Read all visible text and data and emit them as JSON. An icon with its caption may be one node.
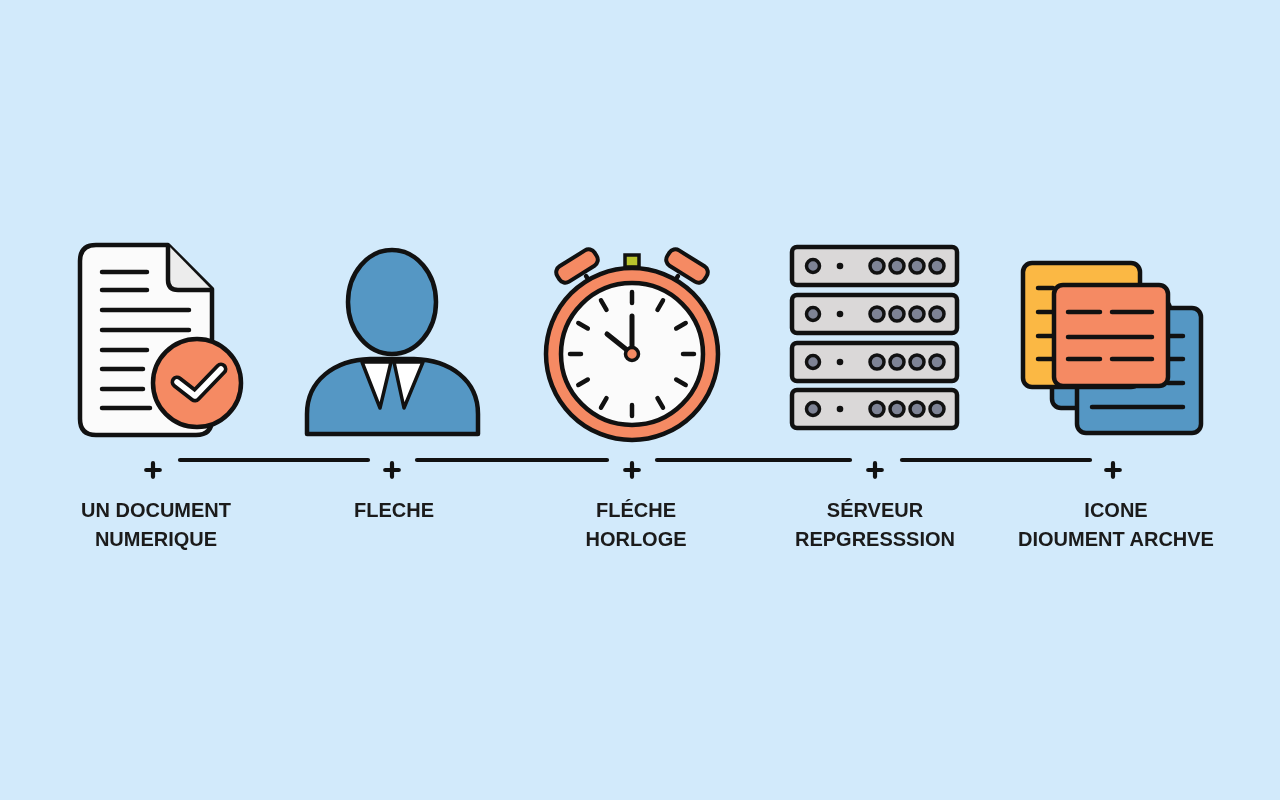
{
  "diagram": {
    "nodes": [
      {
        "text": [],
        "shape": "plus",
        "beside": [
          "UN DOCUMENT NUMERIQUE"
        ]
      },
      {
        "text": [],
        "shape": "plus",
        "beside": [
          "FLECHE"
        ]
      },
      {
        "text": [],
        "shape": "plus",
        "beside": [
          "FLÉCHE HORLOGE"
        ]
      },
      {
        "text": [],
        "shape": "plus",
        "beside": [
          "SÉRVEUR REPGRESSSION"
        ]
      },
      {
        "text": [],
        "shape": "plus",
        "beside": [
          "ICONE DIOUMENT ARCHVE"
        ]
      }
    ],
    "edges": [
      {
        "from": 0,
        "to": 1,
        "arrow": "none"
      },
      {
        "from": 1,
        "to": 2,
        "arrow": "none"
      },
      {
        "from": 2,
        "to": 3,
        "arrow": "none"
      },
      {
        "from": 3,
        "to": 4,
        "arrow": "none"
      }
    ]
  }
}
